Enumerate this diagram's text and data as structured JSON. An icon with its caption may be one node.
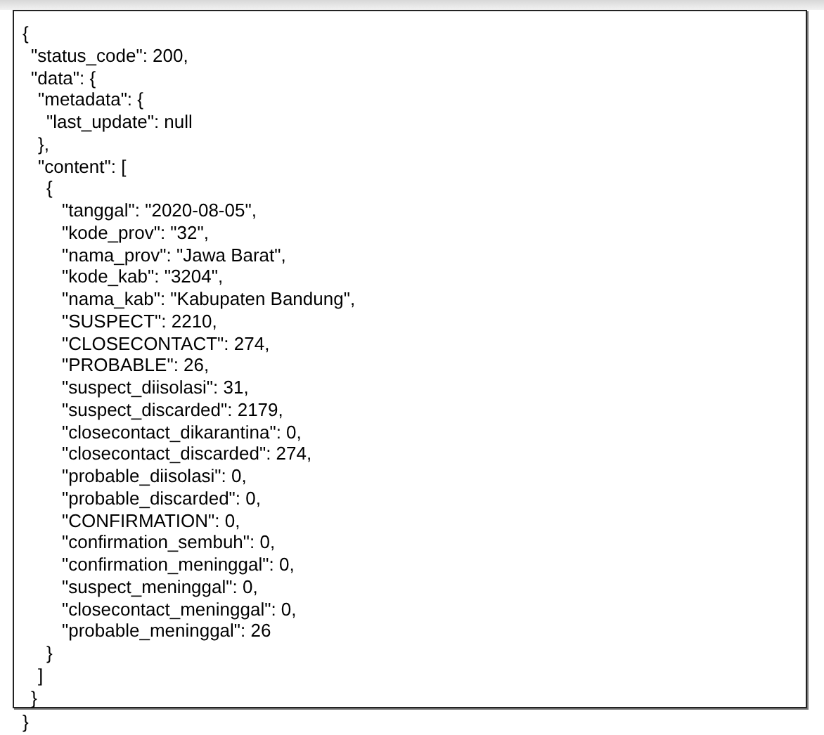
{
  "diagram": {
    "nodes": [
      {
        "text": [
          "{",
          "\"status_code\": 200,",
          "\"data\": {",
          "\"metadata\": {",
          "\"last_update\": null",
          "},",
          "\"content\": [",
          "{",
          "\"tanggal\": \"2020-08-05\",",
          "\"kode_prov\": \"32\",",
          "\"nama_prov\": \"Jawa Barat\",",
          "\"kode_kab\": \"3204\",",
          "\"nama_kab\": \"Kabupaten Bandung\",",
          "\"SUSPECT\": 2210,",
          "\"CLOSECONTACT\": 274,",
          "\"PROBABLE\": 26,",
          "\"suspect_diisolasi\": 31,",
          "\"suspect_discarded\": 2179,",
          "\"closecontact_dikarantina\": 0,",
          "\"closecontact_discarded\": 274,",
          "\"probable_diisolasi\": 0,",
          "\"probable_discarded\": 0,",
          "\"CONFIRMATION\": 0,",
          "\"confirmation_sembuh\": 0,",
          "\"confirmation_meninggal\": 0,",
          "\"suspect_meninggal\": 0,",
          "\"closecontact_meninggal\": 0,",
          "\"probable_meninggal\": 26",
          "}",
          "]",
          "}"
        ]
      }
    ],
    "labels": [
      "}"
    ]
  }
}
